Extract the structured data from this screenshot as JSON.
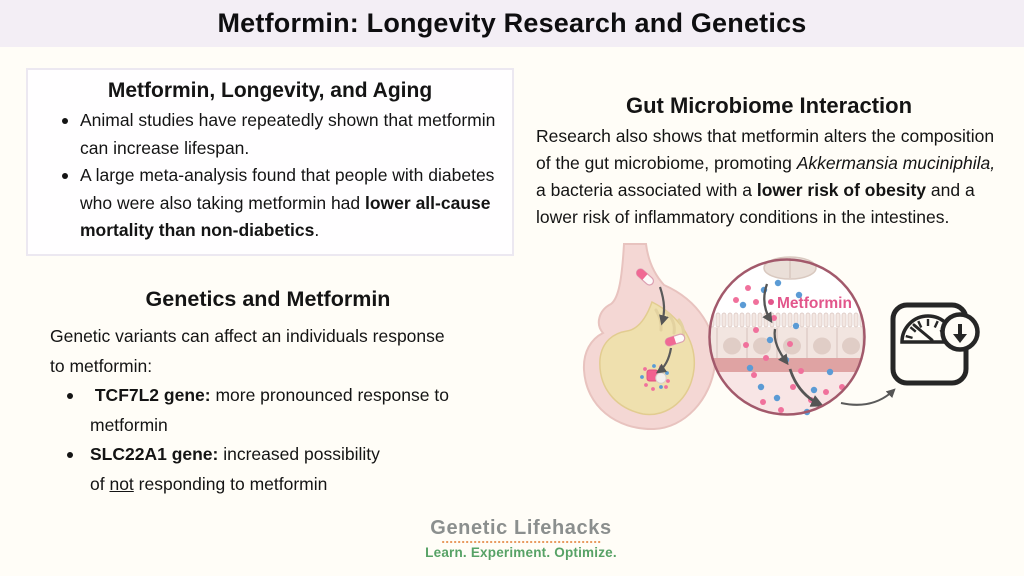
{
  "header": {
    "title": "Metformin: Longevity Research and Genetics"
  },
  "longevity_box": {
    "heading": "Metformin, Longevity, and Aging",
    "bullet1_line1": "Animal studies have repeatedly shown that metformin",
    "bullet1_line2": "can increase lifespan.",
    "bullet2_line1": "A large meta-analysis found that people with diabetes",
    "bullet2_line2_normal": "who were also taking metformin had ",
    "bullet2_line2_bold": "lower all-cause",
    "bullet2_line3_bold": "mortality than non-diabetics",
    "bullet2_line3_end": "."
  },
  "gut_microbiome": {
    "heading": "Gut Microbiome Interaction",
    "line1": "Research also shows that metformin alters the composition",
    "line2_normal": "of the gut microbiome, promoting ",
    "line2_italic": "Akkermansia muciniphila,",
    "line3_normal": "a bacteria associated with a ",
    "line3_bold": "lower risk of obesity",
    "line3_end": " and a",
    "line4": "lower risk of inflammatory conditions in the intestines."
  },
  "genetics": {
    "heading": "Genetics and Metformin",
    "intro_line1": "Genetic variants can affect an individuals response",
    "intro_line2": "to metformin:",
    "bullet1_bold": " TCF7L2 gene:",
    "bullet1_line1_rest": " more pronounced response to",
    "bullet1_line2": "metformin",
    "bullet2_bold": "SLC22A1 gene:",
    "bullet2_line1_rest": " increased possibility",
    "bullet2_line2_pre": "of ",
    "bullet2_line2_underline": "not",
    "bullet2_line2_post": " responding to metformin"
  },
  "illustration": {
    "metformin_label": "Metformin",
    "colors": {
      "molecule_pink": "#f0719c",
      "molecule_blue": "#5b9bd5",
      "circle_border": "#a2596b",
      "metformin_label": "#e2568b",
      "stomach_wall": "#f4d7d4",
      "stomach_interior": "#efe0ae",
      "scale_outline": "#262626"
    }
  },
  "logo": {
    "name": "Genetic Lifehacks",
    "tagline": "Learn. Experiment. Optimize.",
    "name_color": "#8b8f8e",
    "tagline_color": "#57a266",
    "divider_color": "#e89a5f"
  },
  "colors": {
    "header_bg": "#f3eef5",
    "page_bg": "#fffdf7",
    "text": "#141414"
  }
}
